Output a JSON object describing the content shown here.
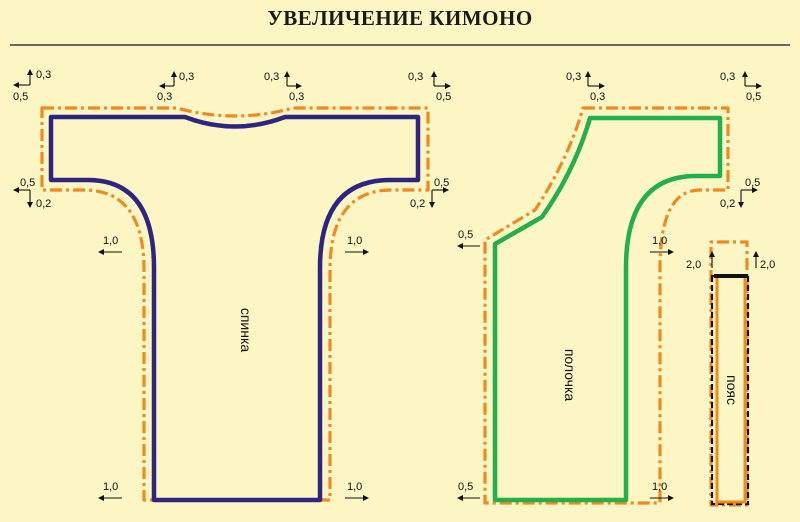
{
  "title": "УВЕЛИЧЕНИЕ КИМОНО",
  "pieces": {
    "back": "спинка",
    "front": "полочка",
    "belt": "пояс"
  },
  "allowances": {
    "a03": "0,3",
    "a05": "0,5",
    "a02": "0,2",
    "a10": "1,0",
    "a20": "2,0"
  },
  "colors": {
    "background": "#fbf6c4",
    "back_outline": "#2f2580",
    "front_outline": "#22b04a",
    "seam_allowance": "#ee8a1f",
    "belt_end": "#111111"
  }
}
